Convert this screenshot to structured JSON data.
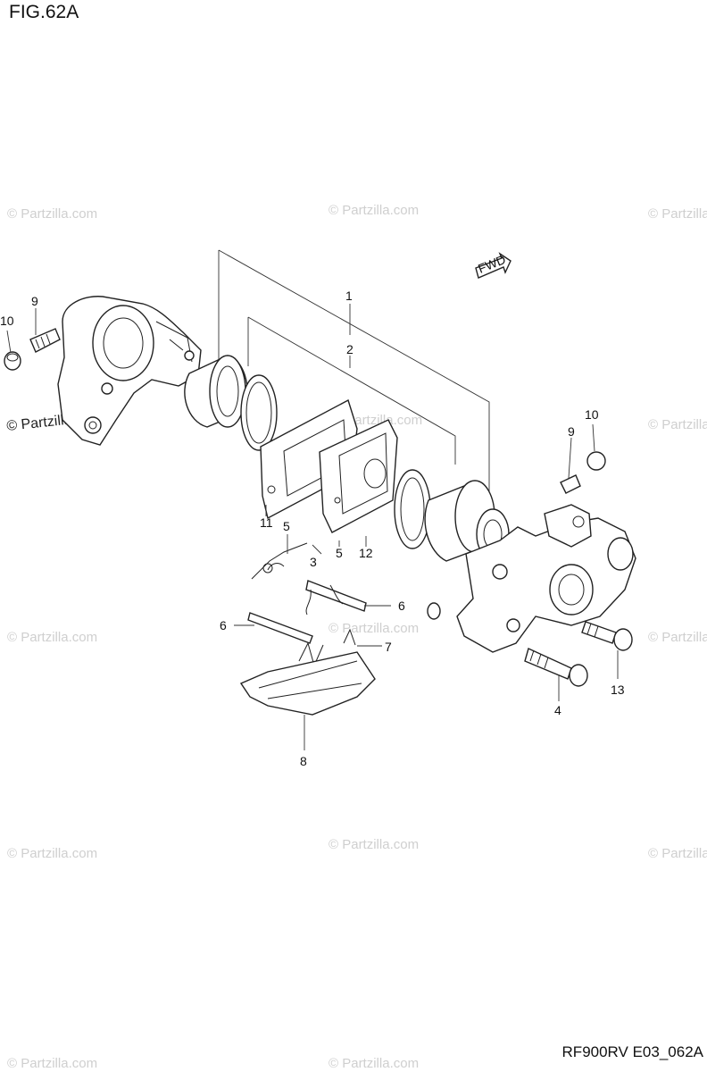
{
  "figure_title": "FIG.62A",
  "drawing_code": "RF900RV E03_062A",
  "watermark": "© Partzilla.com",
  "fwd_label": "FWD",
  "callouts": [
    "1",
    "2",
    "3",
    "4",
    "5",
    "5",
    "6",
    "6",
    "7",
    "8",
    "9",
    "9",
    "10",
    "10",
    "11",
    "12",
    "13"
  ]
}
